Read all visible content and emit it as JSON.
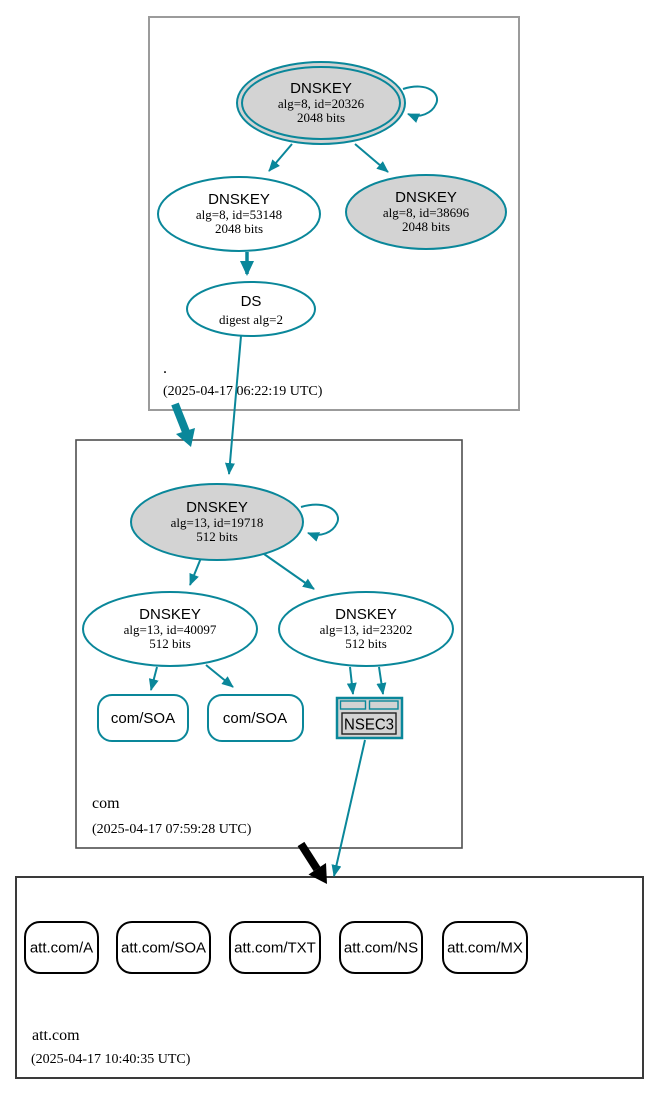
{
  "diagram": {
    "type": "dnssec-authentication-chain",
    "colors": {
      "secure_teal": "#0a879a",
      "insecure_black": "#000000",
      "node_fill_gray": "#d3d3d3",
      "node_fill_white": "#ffffff",
      "zone_border_root": "#9b9b9b",
      "zone_border_com": "#4f4f4f",
      "zone_border_att": "#3a3a3a"
    }
  },
  "zones": [
    {
      "label": ".",
      "timestamp": "(2025-04-17 06:22:19 UTC)"
    },
    {
      "label": "com",
      "timestamp": "(2025-04-17 07:59:28 UTC)"
    },
    {
      "label": "att.com",
      "timestamp": "(2025-04-17 10:40:35 UTC)"
    }
  ],
  "nodes": {
    "root_ksk": {
      "title": "DNSKEY",
      "detail1": "alg=8, id=20326",
      "detail2": "2048 bits"
    },
    "root_zsk": {
      "title": "DNSKEY",
      "detail1": "alg=8, id=53148",
      "detail2": "2048 bits"
    },
    "root_key_38696": {
      "title": "DNSKEY",
      "detail1": "alg=8, id=38696",
      "detail2": "2048 bits"
    },
    "root_ds": {
      "title": "DS",
      "detail1": "digest alg=2"
    },
    "com_ksk": {
      "title": "DNSKEY",
      "detail1": "alg=13, id=19718",
      "detail2": "512 bits"
    },
    "com_key_40097": {
      "title": "DNSKEY",
      "detail1": "alg=13, id=40097",
      "detail2": "512 bits"
    },
    "com_key_23202": {
      "title": "DNSKEY",
      "detail1": "alg=13, id=23202",
      "detail2": "512 bits"
    },
    "com_soa_left": {
      "label": "com/SOA"
    },
    "com_soa_right": {
      "label": "com/SOA"
    },
    "com_nsec3": {
      "label": "NSEC3"
    },
    "att_a": {
      "label": "att.com/A"
    },
    "att_soa": {
      "label": "att.com/SOA"
    },
    "att_txt": {
      "label": "att.com/TXT"
    },
    "att_ns": {
      "label": "att.com/NS"
    },
    "att_mx": {
      "label": "att.com/MX"
    }
  }
}
